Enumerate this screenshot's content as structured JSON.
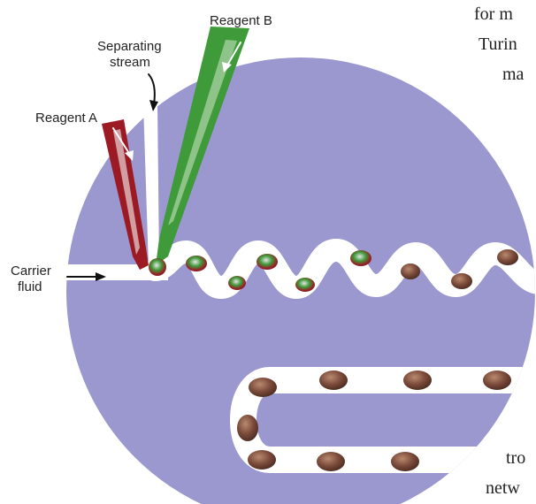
{
  "labels": {
    "reagent_a": "Reagent A",
    "reagent_b": "Reagent B",
    "separating_stream": [
      "Separating",
      "stream"
    ],
    "carrier_fluid": [
      "Carrier",
      "fluid"
    ]
  },
  "page_text_fragments": [
    "for m",
    "Turin",
    "ma",
    "tro",
    "netw"
  ],
  "colors": {
    "disc": "#9b97cf",
    "channel": "#ffffff",
    "reagent_a": "#9c1a24",
    "reagent_b": "#3f9a3a",
    "droplet": "#7a4a3a"
  }
}
